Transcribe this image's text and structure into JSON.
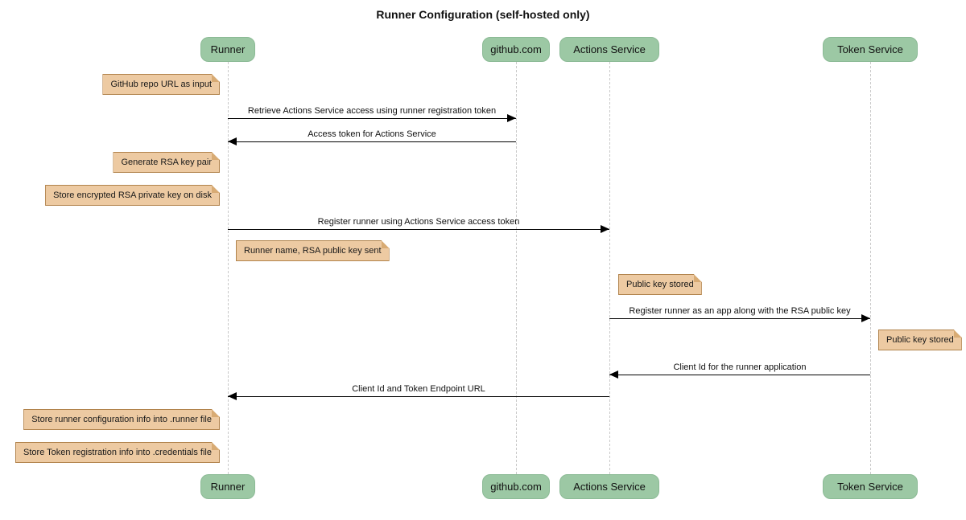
{
  "title": "Runner Configuration (self-hosted only)",
  "diagram_type": "sequence",
  "colors": {
    "participant_fill": "#9cc8a4",
    "participant_border": "#8bba95",
    "note_fill": "#edcaa2",
    "note_border": "#b1834c",
    "note_fold": "#d8ab74",
    "lifeline": "#c9c9c9",
    "arrow": "#000000"
  },
  "participants": [
    {
      "label": "Runner"
    },
    {
      "label": "github.com"
    },
    {
      "label": "Actions Service"
    },
    {
      "label": "Token Service"
    }
  ],
  "messages": [
    {
      "from": "Runner",
      "to": "github.com",
      "text": "Retrieve Actions Service access using runner registration token"
    },
    {
      "from": "github.com",
      "to": "Runner",
      "text": "Access token for Actions Service"
    },
    {
      "from": "Runner",
      "to": "Actions Service",
      "text": "Register runner using Actions Service access token"
    },
    {
      "from": "Actions Service",
      "to": "Token Service",
      "text": "Register runner as an app along with the RSA public key"
    },
    {
      "from": "Token Service",
      "to": "Actions Service",
      "text": "Client Id for the runner application"
    },
    {
      "from": "Actions Service",
      "to": "Runner",
      "text": "Client Id and Token Endpoint URL"
    }
  ],
  "notes": [
    {
      "text": "GitHub repo URL as input",
      "position": "left of Runner"
    },
    {
      "text": "Generate RSA key pair",
      "position": "left of Runner"
    },
    {
      "text": "Store encrypted RSA private key on disk",
      "position": "left of Runner"
    },
    {
      "text": "Runner name, RSA public key sent",
      "position": "right of Runner"
    },
    {
      "text": "Public key stored",
      "position": "right of Actions Service"
    },
    {
      "text": "Public key stored",
      "position": "right of Token Service"
    },
    {
      "text": "Store runner configuration info into .runner file",
      "position": "left of Runner"
    },
    {
      "text": "Store Token registration info into .credentials file",
      "position": "left of Runner"
    }
  ]
}
